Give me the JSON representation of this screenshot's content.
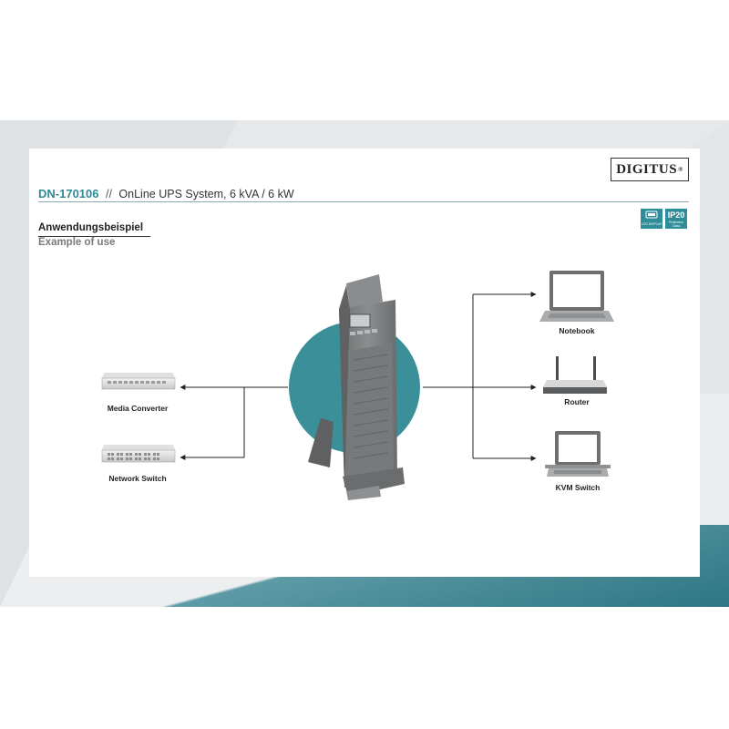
{
  "brand": {
    "logo_text": "DIGITUS",
    "registered_mark": "®"
  },
  "header": {
    "product_code": "DN-170106",
    "separator": "//",
    "product_title": "OnLine UPS System, 6 kVA / 6 kW"
  },
  "badges": [
    {
      "icon": "display-icon",
      "caption": "LCD DISPLAY"
    },
    {
      "icon": "ip20-icon",
      "text": "IP20",
      "caption": "Protection Class"
    }
  ],
  "section": {
    "title_de": "Anwendungsbeispiel",
    "title_en": "Example of use"
  },
  "diagram": {
    "center_device": "ups-tower-icon",
    "left_devices": [
      {
        "label": "Media Converter",
        "icon": "media-converter-icon"
      },
      {
        "label": "Network Switch",
        "icon": "network-switch-icon"
      }
    ],
    "right_devices": [
      {
        "label": "Notebook",
        "icon": "notebook-icon"
      },
      {
        "label": "Router",
        "icon": "router-icon"
      },
      {
        "label": "KVM Switch",
        "icon": "kvm-switch-icon"
      }
    ]
  },
  "colors": {
    "accent_teal": "#2e8d99",
    "circle_teal": "#3a8f99",
    "ups_body": "#7d7f80"
  }
}
